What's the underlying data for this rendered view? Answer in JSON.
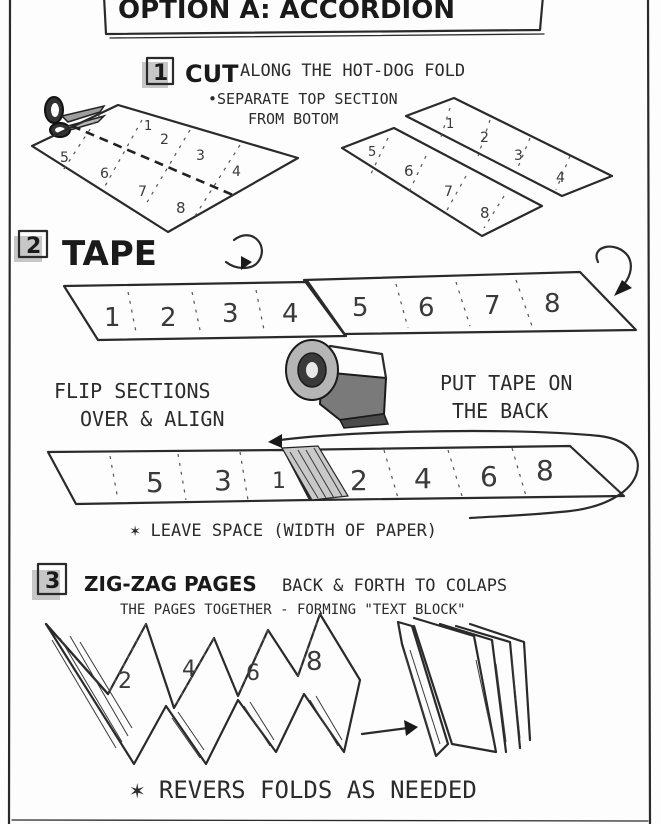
{
  "title": "OPTION A: ACCORDION",
  "step1": {
    "number": "1",
    "heading": "CUT",
    "rest": "ALONG THE HOT-DOG FOLD",
    "sub_line1": "•SEPARATE TOP SECTION",
    "sub_line2": "FROM BOTOM",
    "sheet_top_numbers": [
      "1",
      "2",
      "3",
      "4"
    ],
    "sheet_bottom_numbers": [
      "5",
      "6",
      "7",
      "8"
    ],
    "strip_top_numbers": [
      "1",
      "2",
      "3",
      "4"
    ],
    "strip_bottom_numbers": [
      "5",
      "6",
      "7",
      "8"
    ]
  },
  "step2": {
    "number": "2",
    "heading": "TAPE",
    "left_strip": [
      "1",
      "2",
      "3",
      "4"
    ],
    "right_strip": [
      "5",
      "6",
      "7",
      "8"
    ],
    "flip_line1": "FLIP SECTIONS",
    "flip_line2": "OVER & ALIGN",
    "tape_line1": "PUT TAPE ON",
    "tape_line2": "THE BACK",
    "joined_left": [
      "5",
      "3",
      "1"
    ],
    "joined_right": [
      "2",
      "4",
      "6",
      "8"
    ],
    "note": "✶ LEAVE SPACE (WIDTH OF PAPER)"
  },
  "step3": {
    "number": "3",
    "heading": "ZIG-ZAG PAGES",
    "rest": "BACK & FORTH TO COLAPS",
    "line2": "THE PAGES TOGETHER - FORMING \"TEXT BLOCK\"",
    "page_numbers": [
      "2",
      "4",
      "6",
      "8"
    ],
    "note": "✶ REVERS FOLDS AS NEEDED"
  },
  "icons": [
    "scissors-icon",
    "rotate-arrow-icon",
    "tape-dispenser-icon",
    "arrow-right-icon",
    "star-icon"
  ]
}
